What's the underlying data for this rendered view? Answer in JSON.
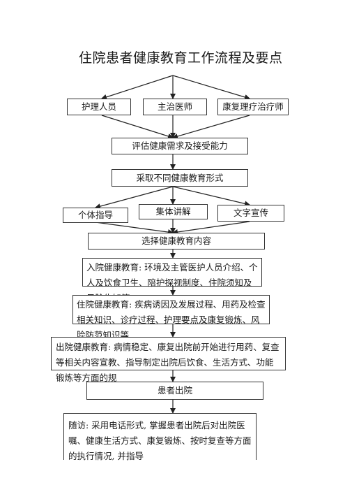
{
  "title": "住院患者健康教育工作流程及要点",
  "roles": [
    "护理人员",
    "主治医师",
    "康复理疗治疗师"
  ],
  "step_assess": "评估健康需求及接受能力",
  "step_forms": "采取不同健康教育形式",
  "forms": [
    "个体指导",
    "集体讲解",
    "文字宣传"
  ],
  "step_content": "选择健康教育内容",
  "admission_edu": "入院健康教育: 环境及主管医护人员介绍、个人及饮食卫生、陪护探视制度、住院须知及风险告知等",
  "inpatient_edu": "住院健康教育: 疾病诱因及发展过程、用药及检查相关知识、诊疗过程、护理要点及康复锻炼、风险防范知识等",
  "discharge_edu": "出院健康教育: 病情稳定、康复出院前开始进行用药、复查等相关内容宣教、指导制定出院后饮食、生活方式、功能锻炼等方面的规",
  "discharged": "患者出院",
  "followup": "随访: 采用电话形式, 掌握患者出院后对出院医嘱、健康生活方式、康复锻炼、按时复查等方面的执行情况, 并指导"
}
